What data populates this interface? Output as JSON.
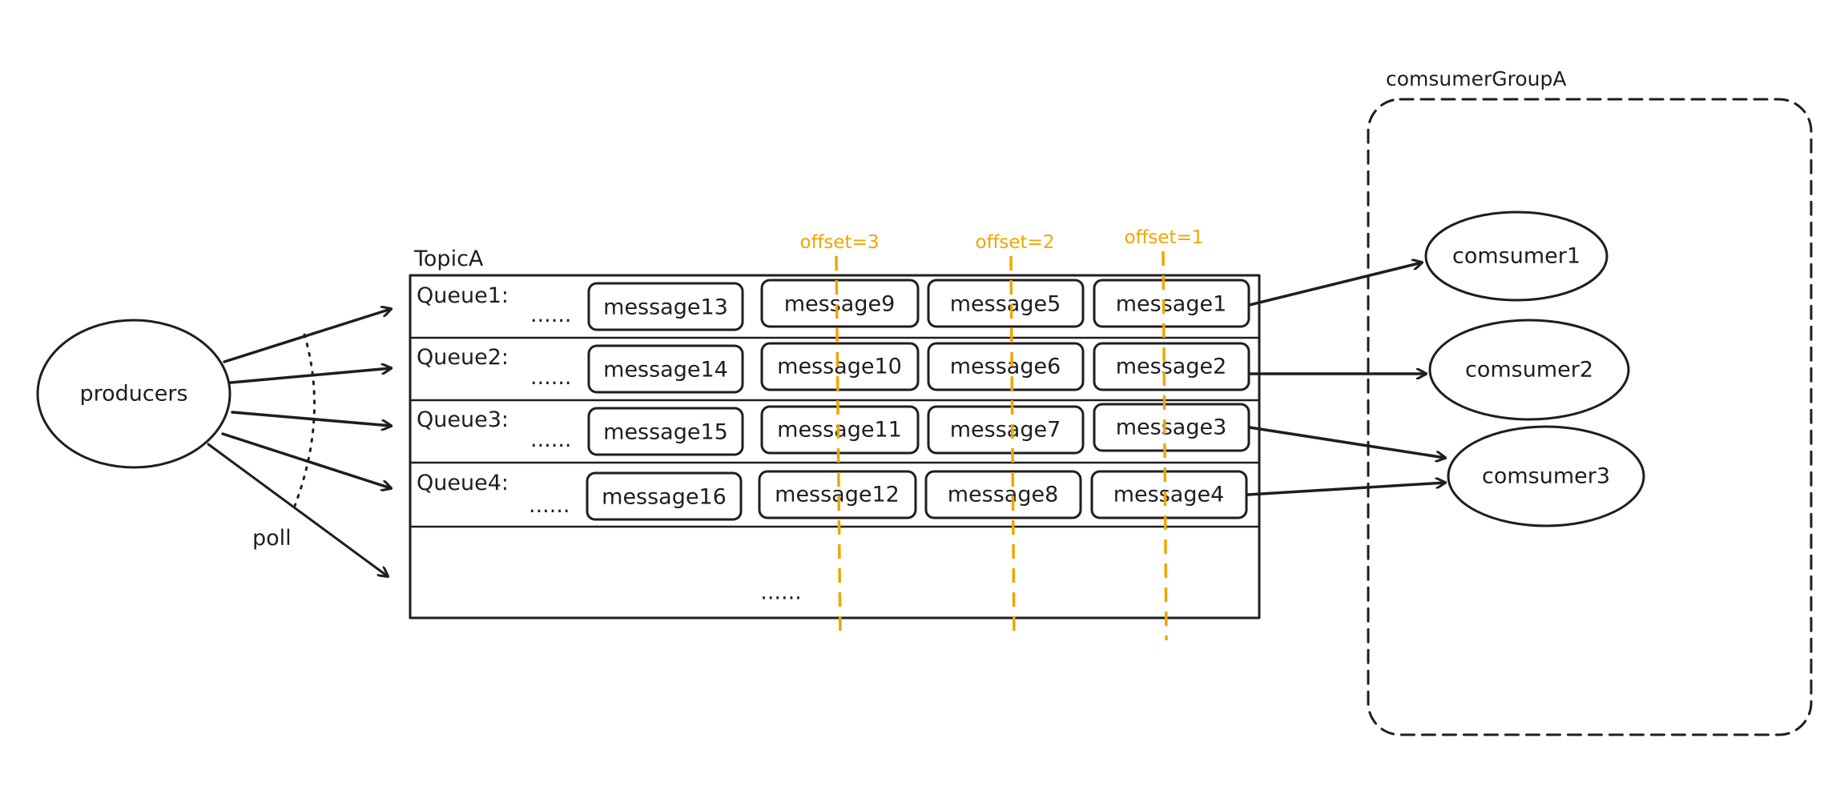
{
  "producers": {
    "label": "producers"
  },
  "poll": {
    "label": "poll"
  },
  "topic": {
    "title": "TopicA",
    "more_label": "......"
  },
  "queues": [
    {
      "label": "Queue1:",
      "ellipsis": "......",
      "messages": [
        "message13",
        "message9",
        "message5",
        "message1"
      ]
    },
    {
      "label": "Queue2:",
      "ellipsis": "......",
      "messages": [
        "message14",
        "message10",
        "message6",
        "message2"
      ]
    },
    {
      "label": "Queue3:",
      "ellipsis": "......",
      "messages": [
        "message15",
        "message11",
        "message7",
        "message3"
      ]
    },
    {
      "label": "Queue4:",
      "ellipsis": "......",
      "messages": [
        "message16",
        "message12",
        "message8",
        "message4"
      ]
    }
  ],
  "offsets": [
    "offset=3",
    "offset=2",
    "offset=1"
  ],
  "consumer_group": {
    "label": "comsumerGroupA"
  },
  "consumers": [
    "comsumer1",
    "comsumer2",
    "comsumer3"
  ],
  "colors": {
    "ink": "#1e1e1e",
    "offset": "#f0a500",
    "background": "#ffffff"
  }
}
